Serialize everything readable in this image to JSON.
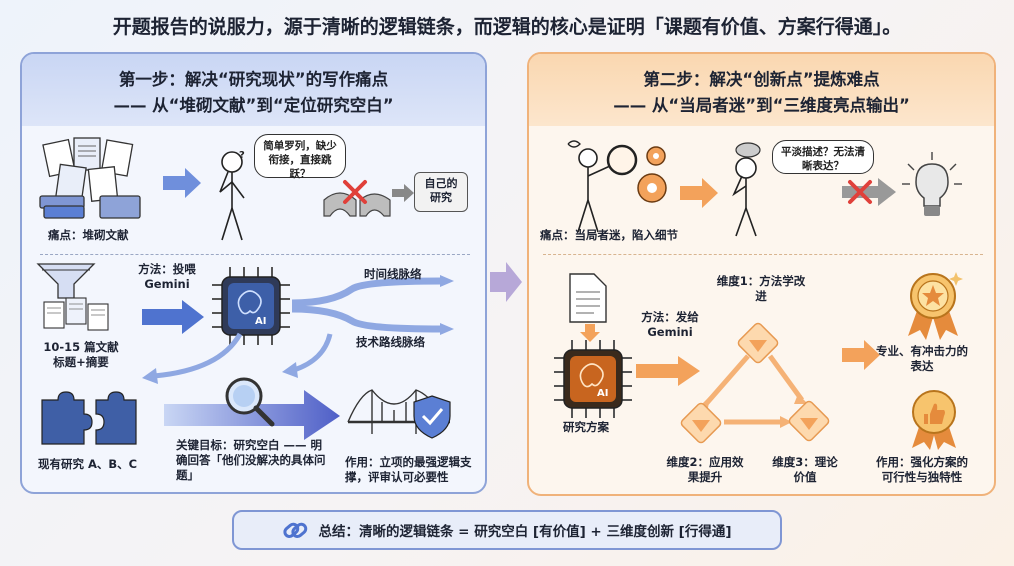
{
  "headline": "开题报告的说服力，源于清晰的逻辑链条，而逻辑的核心是证明「课题有价值、方案行得通」。",
  "left_panel": {
    "title_line1": "第一步：解决“研究现状”的写作痛点",
    "title_line2": "—— 从“堆砌文献”到“定位研究空白”",
    "thought_bubble": "简单罗列，缺少衔接，直接跳跃？",
    "target_box": "自己的研究",
    "pain_point": "痛点：堆砌文献",
    "method_label": "方法：投喂 Gemini",
    "chip_text": "AI",
    "input_label": "10-15 篇文献 标题+摘要",
    "output_timeline": "时间线脉络",
    "output_techroute": "技术路线脉络",
    "existing_research": "现有研究 A、B、C",
    "key_goal": "关键目标：研究空白 —— 明确回答「他们没解决的具体问题」",
    "effect": "作用：立项的最强逻辑支撑，评审认可必要性"
  },
  "right_panel": {
    "title_line1": "第二步：解决“创新点”提炼难点",
    "title_line2": "—— 从“当局者迷”到“三维度亮点输出”",
    "thought_bubble": "平淡描述？无法清晰表达？",
    "pain_point": "痛点：当局者迷，陷入细节",
    "method_label": "方法：发给 Gemini",
    "chip_text": "AI",
    "input_label": "研究方案",
    "dim1": "维度1：方法学改进",
    "dim2": "维度2：应用效果提升",
    "dim3": "维度3：理论价值",
    "output_label": "专业、有冲击力的表达",
    "effect": "作用：强化方案的可行性与独特性"
  },
  "summary": {
    "text": "总结：清晰的逻辑链条 = 研究空白 [有价值] + 三维度创新 [行得通]",
    "icon": "link-icon"
  },
  "colors": {
    "left_border": "#8ea3d8",
    "right_border": "#f0b27a",
    "arrow_blue": "#5b7fd4",
    "arrow_orange": "#f3a25b",
    "error_red": "#e0403a"
  }
}
